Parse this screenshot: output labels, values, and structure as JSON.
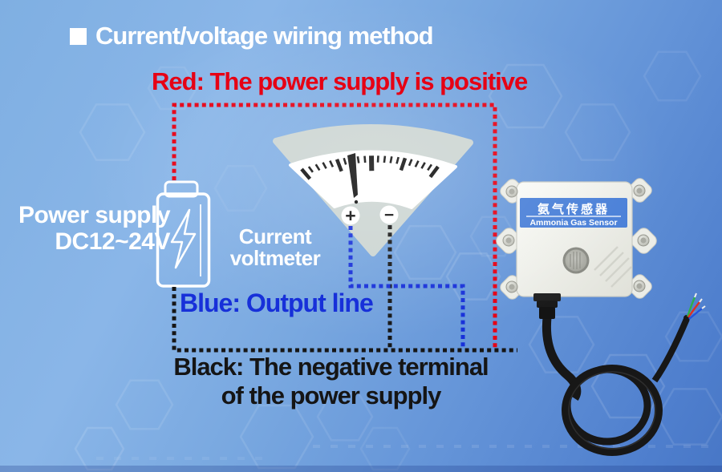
{
  "title": {
    "text": "Current/voltage wiring method"
  },
  "wiring_labels": {
    "red": "Red: The power supply is positive",
    "blue": "Blue: Output line",
    "black_line1": "Black: The negative terminal",
    "black_line2": "of the power supply"
  },
  "power_supply": {
    "line1": "Power supply",
    "line2": "DC12~24V"
  },
  "meter": {
    "line1": "Current",
    "line2": "voltmeter",
    "plus": "+",
    "minus": "−"
  },
  "sensor": {
    "name_cn": "氨气传感器",
    "name_en": "Ammonia Gas Sensor"
  },
  "icons": {
    "battery": "battery-icon",
    "lightning": "lightning-bolt-icon",
    "gauge": "analog-gauge-icon",
    "plus_terminal": "plus-terminal-icon",
    "minus_terminal": "minus-terminal-icon",
    "sensor_port": "sensor-port-icon",
    "screw": "screw-icon",
    "cable": "sensor-cable-icon"
  },
  "colors": {
    "red_wire": "#e60014",
    "blue_wire": "#1730d9",
    "black_wire": "#161616",
    "label_blue": "#4a80d8",
    "gauge_gray": "#ccd5d2",
    "box_light": "#f8f9f5",
    "box_dark": "#e2e3db",
    "bg_top": "#7fafe2",
    "bg_bottom": "#4e7ecd"
  }
}
